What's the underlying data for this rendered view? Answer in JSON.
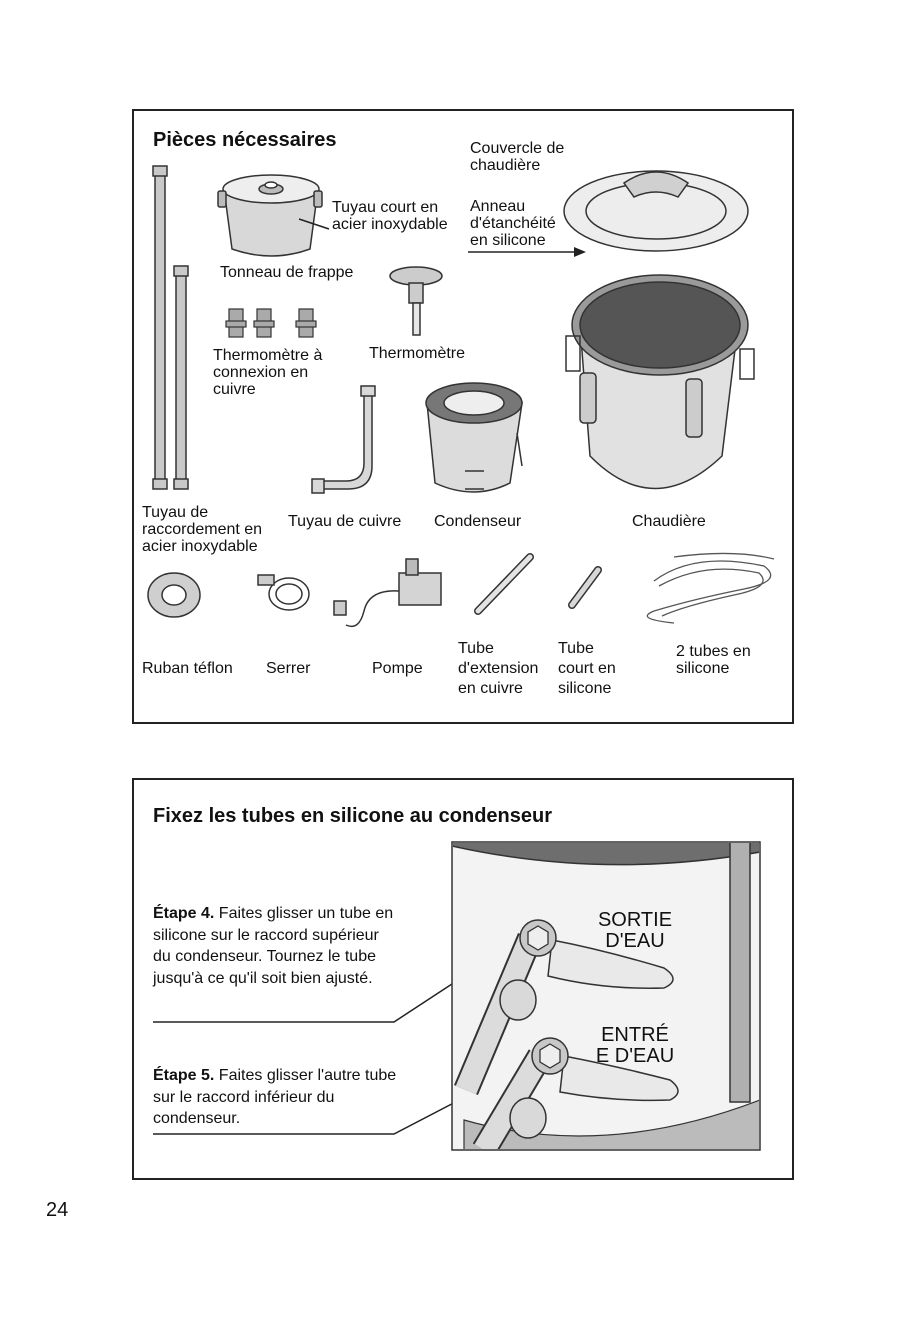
{
  "parts": {
    "title": "Pièces nécessaires",
    "labels": {
      "boiler_lid": "Couvercle de\nchaudière",
      "silicone_seal": "Anneau\nd'étanchéité\nen silicone",
      "short_steel_pipe": "Tuyau court en\nacier inoxydable",
      "mash_tun": "Tonneau de frappe",
      "copper_thermometer_fittings": "Thermomètre à\nconnexion en\ncuivre",
      "thermometer": "Thermomètre",
      "steel_connecting_pipe": "Tuyau de\nraccordement en\nacier inoxydable",
      "copper_pipe": "Tuyau de cuivre",
      "condenser": "Condenseur",
      "boiler": "Chaudière",
      "teflon_tape": "Ruban téflon",
      "clamp": "Serrer",
      "pump": "Pompe",
      "copper_extension_tube": "Tube\nd'extension\nen cuivre",
      "short_silicone_tube": "Tube\ncourt en\nsilicone",
      "silicone_tubes": "2 tubes en\nsilicone"
    }
  },
  "attach": {
    "title": "Fixez les tubes en silicone au condenseur",
    "step4": {
      "label": "Étape 4.",
      "text": " Faites glisser un tube en silicone sur le raccord supérieur du condenseur. Tournez le tube jusqu'à ce qu'il soit bien ajusté."
    },
    "step5": {
      "label": "Étape 5.",
      "text": " Faites glisser l'autre tube sur le raccord inférieur du condenseur."
    },
    "water_out": "SORTIE\nD'EAU",
    "water_in": "ENTRÉ\nE D'EAU"
  },
  "page_number": "24"
}
